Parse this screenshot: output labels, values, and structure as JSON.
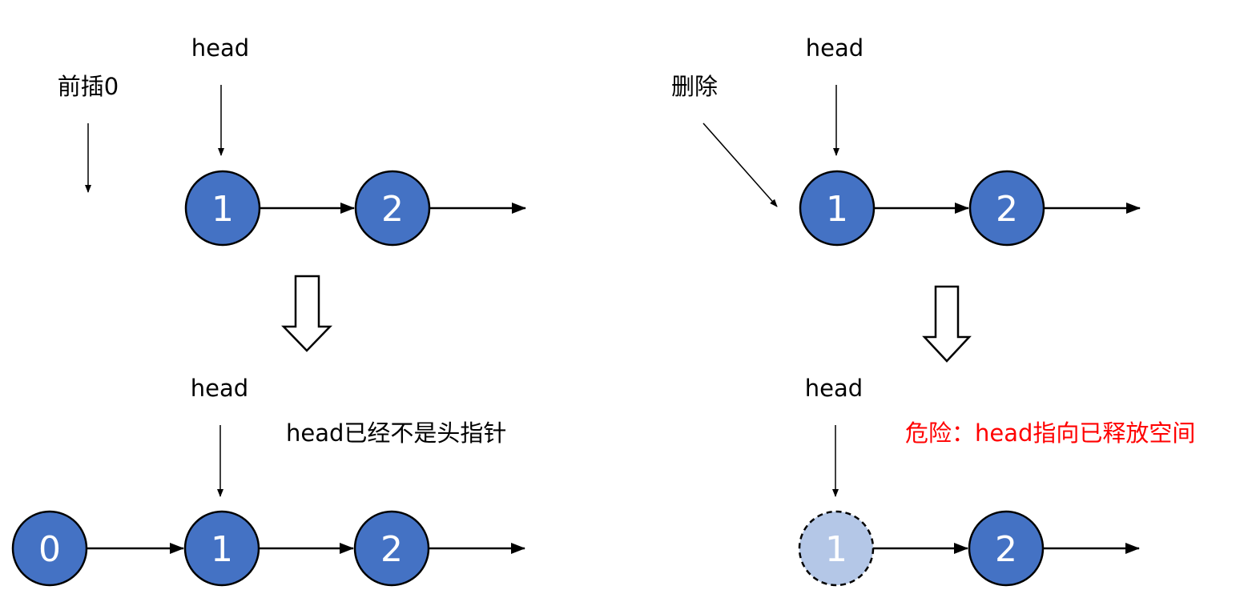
{
  "colors": {
    "node_fill": "#4472C4",
    "node_fill_freed": "#B4C7E7",
    "stroke": "#000000",
    "warning_text": "#FF0000"
  },
  "left_panel": {
    "top_head_label": "head",
    "insert_label": "前插0",
    "top_nodes": [
      "1",
      "2"
    ],
    "bottom_head_label": "head",
    "note": "head已经不是头指针",
    "bottom_nodes": [
      "0",
      "1",
      "2"
    ]
  },
  "right_panel": {
    "top_head_label": "head",
    "delete_label": "删除",
    "top_nodes": [
      "1",
      "2"
    ],
    "bottom_head_label": "head",
    "warning": "危险：head指向已释放空间",
    "bottom_nodes": [
      "1",
      "2"
    ]
  }
}
